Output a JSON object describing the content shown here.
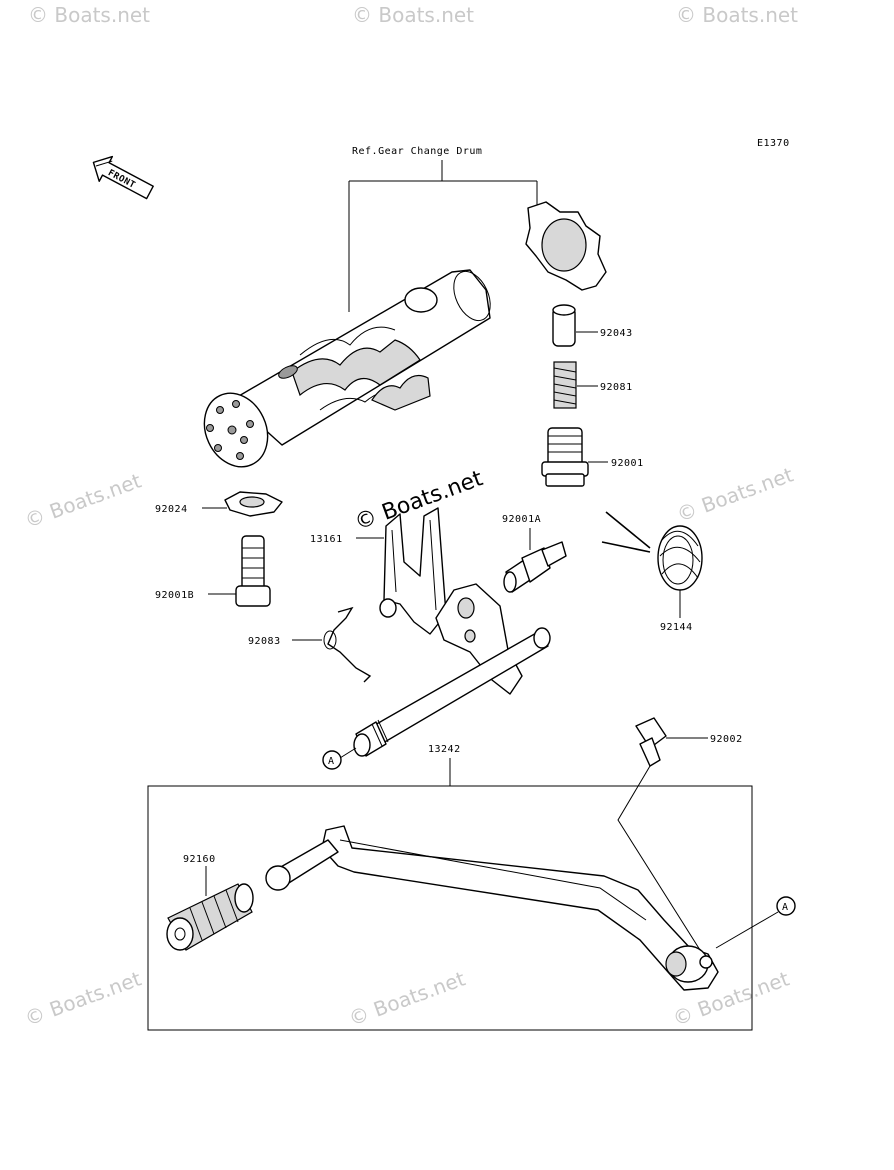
{
  "diagram_code": "E1370",
  "ref_label": "Ref.Gear Change Drum",
  "front_label": "FRONT",
  "watermark": "© Boats.net",
  "callout_letter": "A",
  "parts": {
    "p92043": "92043",
    "p92081": "92081",
    "p92001": "92001",
    "p92024": "92024",
    "p92001b": "92001B",
    "p13161": "13161",
    "p92001a": "92001A",
    "p92144": "92144",
    "p92083": "92083",
    "p13242": "13242",
    "p92002": "92002",
    "p92160": "92160"
  }
}
